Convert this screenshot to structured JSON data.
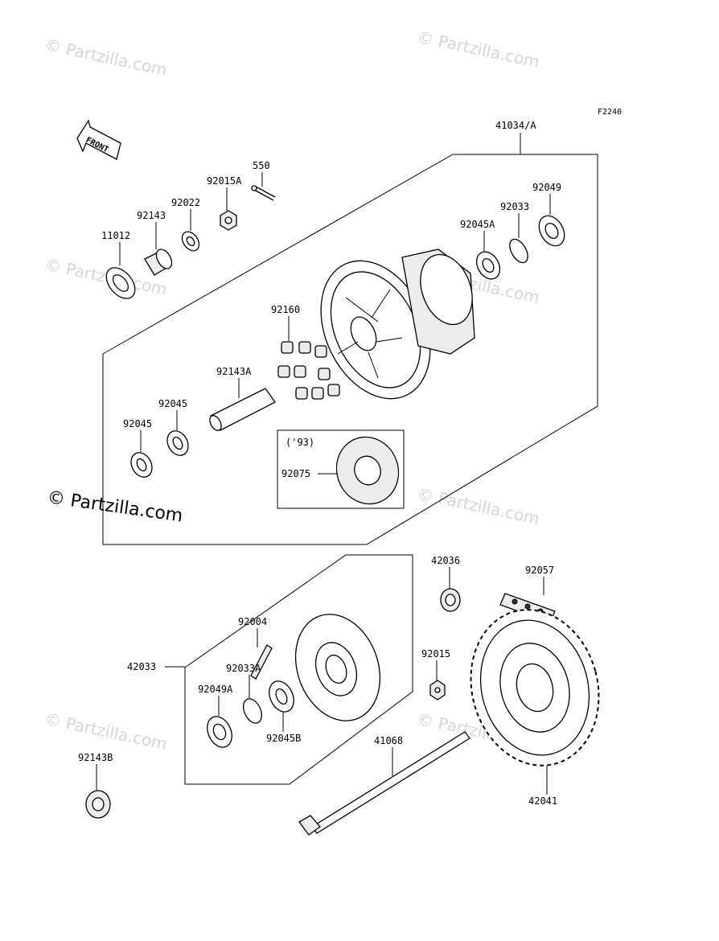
{
  "diagram_code": "F2240",
  "front_marker": "FRONT",
  "watermark": "© Partzilla.com",
  "year_note": "('93)",
  "parts": {
    "p41034": "41034/A",
    "p550": "550",
    "p92015A": "92015A",
    "p92022": "92022",
    "p92143": "92143",
    "p11012": "11012",
    "p92049": "92049",
    "p92033": "92033",
    "p92045A": "92045A",
    "p92160": "92160",
    "p92143A": "92143A",
    "p92045_top": "92045",
    "p92045_bot": "92045",
    "p92075": "92075",
    "p42036": "42036",
    "p92057": "92057",
    "p92004": "92004",
    "p42033": "42033",
    "p92033A": "92033A",
    "p92049A": "92049A",
    "p92045B": "92045B",
    "p92015": "92015",
    "p41068": "41068",
    "p42041": "42041",
    "p92143B": "92143B"
  }
}
